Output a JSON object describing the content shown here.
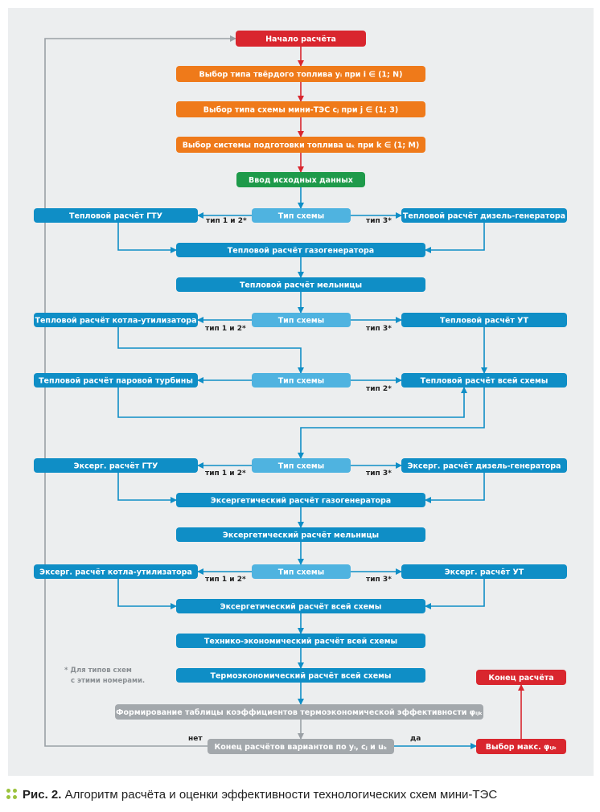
{
  "nodes": {
    "start": {
      "text": "Начало расчёта",
      "kind": "red"
    },
    "fuel_type": {
      "text": "Выбор типа твёрдого топлива yᵢ при i ∈ (1; N)",
      "kind": "orange"
    },
    "scheme_type": {
      "text": "Выбор типа схемы мини-ТЭС cⱼ при j ∈ (1; 3)",
      "kind": "orange"
    },
    "fuel_prep": {
      "text": "Выбор системы подготовки топлива uₖ при k ∈ (1; M)",
      "kind": "orange"
    },
    "input_data": {
      "text": "Ввод исходных данных",
      "kind": "green"
    },
    "d1": {
      "text": "Тип схемы",
      "kind": "light"
    },
    "gtu": {
      "text": "Тепловой расчёт ГТУ",
      "kind": "blue"
    },
    "diesel": {
      "text": "Тепловой расчёт дизель-генератора",
      "kind": "blue"
    },
    "gasgen": {
      "text": "Тепловой расчёт газогенератора",
      "kind": "blue"
    },
    "mill": {
      "text": "Тепловой расчёт мельницы",
      "kind": "blue"
    },
    "d2": {
      "text": "Тип схемы",
      "kind": "light"
    },
    "boiler": {
      "text": "Тепловой расчёт котла-утилизатора",
      "kind": "blue"
    },
    "ut": {
      "text": "Тепловой расчёт УТ",
      "kind": "blue"
    },
    "d3": {
      "text": "Тип схемы",
      "kind": "light"
    },
    "steam": {
      "text": "Тепловой расчёт паровой турбины",
      "kind": "blue"
    },
    "whole": {
      "text": "Тепловой расчёт всей схемы",
      "kind": "blue"
    },
    "d4": {
      "text": "Тип схемы",
      "kind": "light"
    },
    "ex_gtu": {
      "text": "Эксерг. расчёт ГТУ",
      "kind": "blue"
    },
    "ex_diesel": {
      "text": "Эксерг. расчёт дизель-генератора",
      "kind": "blue"
    },
    "ex_gasgen": {
      "text": "Эксергетический расчёт газогенератора",
      "kind": "blue"
    },
    "ex_mill": {
      "text": "Эксергетический расчёт мельницы",
      "kind": "blue"
    },
    "d5": {
      "text": "Тип схемы",
      "kind": "light"
    },
    "ex_boiler": {
      "text": "Эксерг. расчёт котла-утилизатора",
      "kind": "blue"
    },
    "ex_ut": {
      "text": "Эксерг. расчёт УТ",
      "kind": "blue"
    },
    "ex_whole": {
      "text": "Эксергетический расчёт всей схемы",
      "kind": "blue"
    },
    "tech_econ": {
      "text": "Технико-экономический расчёт всей схемы",
      "kind": "blue"
    },
    "thermo_econ": {
      "text": "Термоэкономический расчёт всей схемы",
      "kind": "blue"
    },
    "table": {
      "text": "Формирование таблицы коэффициентов термоэкономической эффективности φᵢⱼₖ",
      "kind": "gray"
    },
    "end_loop": {
      "text": "Конец расчётов вариантов по yᵢ, cⱼ и uₖ",
      "kind": "gray"
    },
    "choose_max": {
      "text": "Выбор макс. φᵢⱼₖ",
      "kind": "red"
    },
    "end": {
      "text": "Конец расчёта",
      "kind": "red"
    }
  },
  "labels": {
    "d1_left": "тип 1 и 2*",
    "d1_right": "тип 3*",
    "d2_left": "тип 1 и 2*",
    "d2_right": "тип 3*",
    "d3_right": "тип 2*",
    "d4_left": "тип 1 и 2*",
    "d4_right": "тип 3*",
    "d5_left": "тип 1 и 2*",
    "d5_right": "тип 3*",
    "no": "нет",
    "yes": "да"
  },
  "note": [
    "* Для типов схем",
    "с этими номерами."
  ],
  "caption": {
    "prefix": "Рис. 2.",
    "text": " Алгоритм расчёта и оценки эффективности технологических схем мини-ТЭС"
  },
  "colors": {
    "red": "#d9262e",
    "orange": "#ef7a1a",
    "green": "#1e9a4a",
    "blue": "#0f8ec6",
    "light": "#4fb3e0",
    "gray": "#a3a8ac",
    "panel": "#eceeef",
    "blue_line": "#0f8ec6",
    "red_line": "#d9262e",
    "gray_line": "#9aa0a5",
    "accent_dots": "#9bc23c"
  }
}
